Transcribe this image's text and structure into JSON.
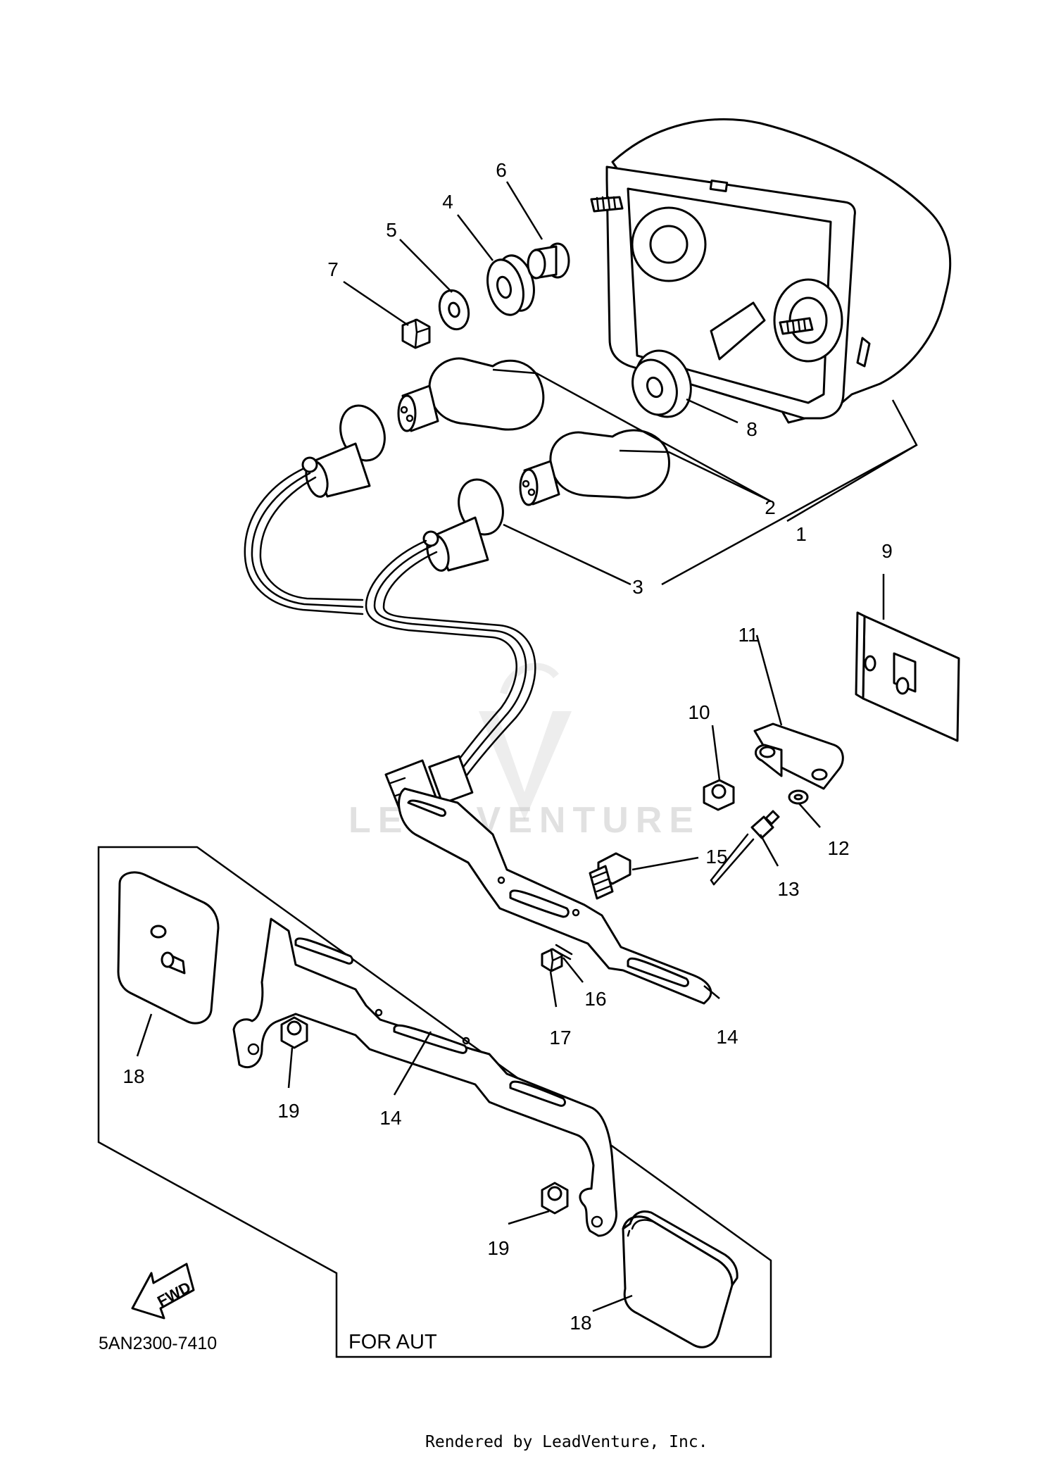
{
  "diagram": {
    "callouts": {
      "c1": "1",
      "c2": "2",
      "c3": "3",
      "c4": "4",
      "c5": "5",
      "c6": "6",
      "c7": "7",
      "c8": "8",
      "c9": "9",
      "c10": "10",
      "c11": "11",
      "c12": "12",
      "c13": "13",
      "c14a": "14",
      "c14b": "14",
      "c15": "15",
      "c16": "16",
      "c17": "17",
      "c18a": "18",
      "c18b": "18",
      "c19a": "19",
      "c19b": "19"
    },
    "box_label": "FOR AUT",
    "fwd_label": "FWD",
    "part_number": "5AN2300-7410",
    "watermark": "LEADVENTURE",
    "footer": "Rendered by LeadVenture, Inc."
  }
}
